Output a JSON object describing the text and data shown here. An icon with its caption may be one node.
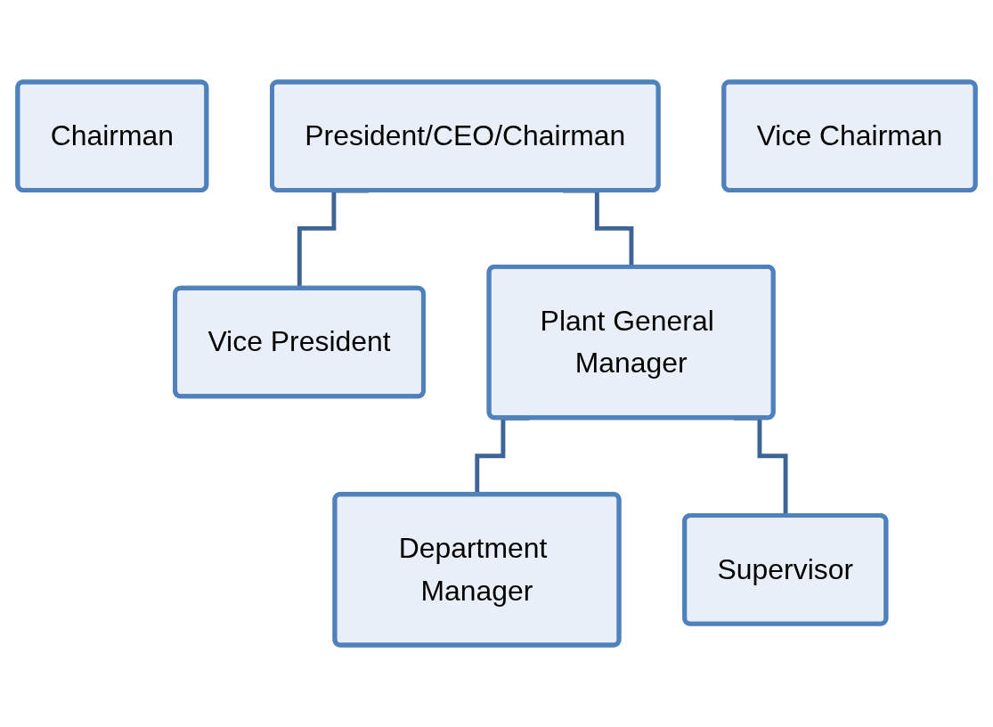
{
  "diagram": {
    "nodes": [
      {
        "text": [
          "Chairman"
        ]
      },
      {
        "text": [
          "President/CEO/Chairman"
        ]
      },
      {
        "text": [
          "Vice Chairman"
        ]
      },
      {
        "text": [
          "Vice President"
        ]
      },
      {
        "text": [
          "Plant General Manager"
        ]
      },
      {
        "text": [
          "Department Manager"
        ]
      },
      {
        "text": [
          "Supervisor"
        ]
      }
    ],
    "edges": [
      {
        "from": 1,
        "to": 3,
        "arrow": "none"
      },
      {
        "from": 1,
        "to": 4,
        "arrow": "none"
      },
      {
        "from": 4,
        "to": 5,
        "arrow": "none"
      },
      {
        "from": 4,
        "to": 6,
        "arrow": "none"
      }
    ]
  }
}
